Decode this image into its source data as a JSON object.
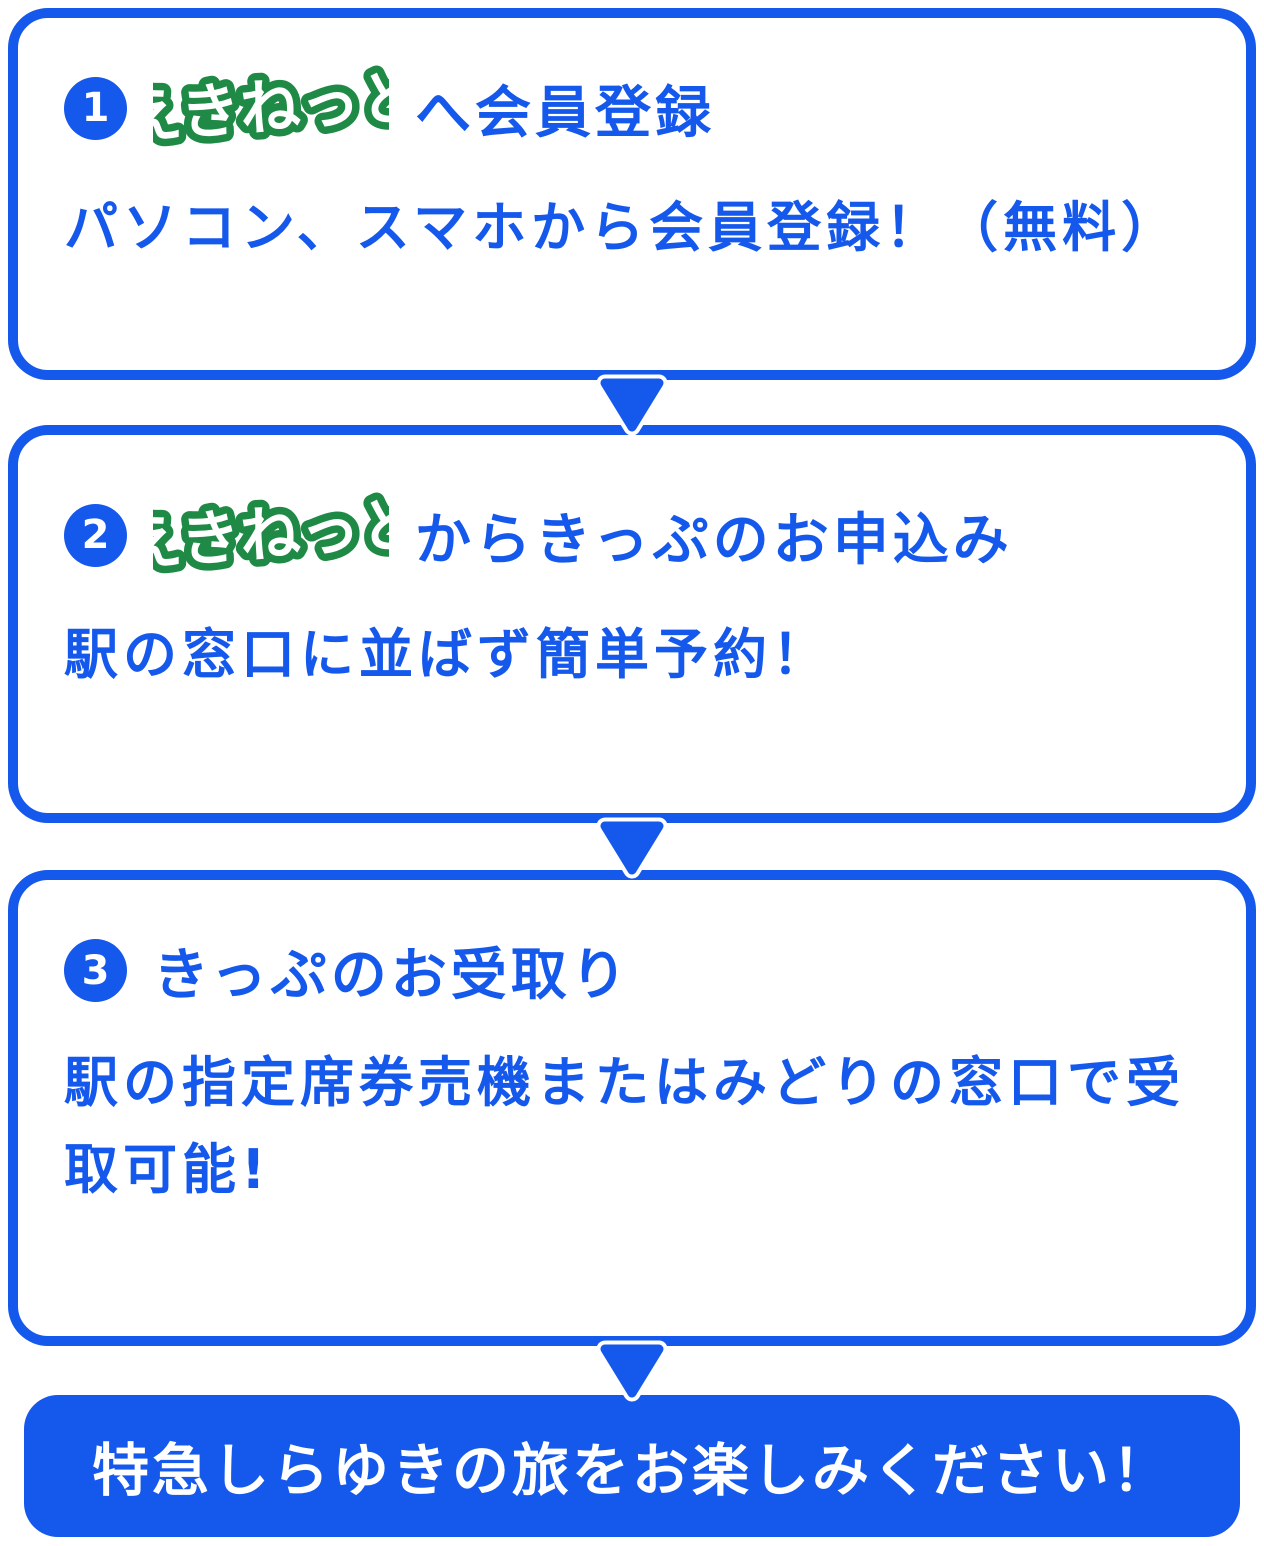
{
  "colors": {
    "blue": "#1558EC",
    "green": "#1F8A45",
    "white": "#FFFFFF"
  },
  "logo": {
    "text": "えきねっと"
  },
  "steps": [
    {
      "number": "1",
      "title": "へ会員登録",
      "body": "パソコン、スマホから会員登録！（無料）",
      "has_logo": true
    },
    {
      "number": "2",
      "title": "からきっぷのお申込み",
      "body": "駅の窓口に並ばず簡単予約！",
      "has_logo": true
    },
    {
      "number": "3",
      "title": "きっぷのお受取り",
      "body": "駅の指定席券売機またはみどりの窓口で受取可能!",
      "has_logo": false
    }
  ],
  "footer": {
    "text": "特急しらゆきの旅をお楽しみください！"
  }
}
